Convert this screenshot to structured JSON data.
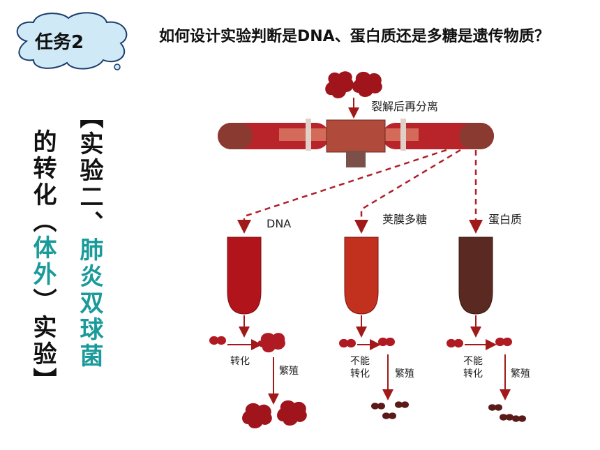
{
  "badge": {
    "label": "任务2"
  },
  "question": "如何设计实验判断是DNA、蛋白质还是多糖是遗传物质？",
  "title_vertical": {
    "col1_a": "【实验二、",
    "col1_b": "肺炎双球菌",
    "col2_a": "的转化（",
    "col2_b": "体外",
    "col2_c": "）实验】"
  },
  "diagram": {
    "top_label": "裂解后再分离",
    "tubes": [
      {
        "label": "DNA",
        "color": "#b2141c"
      },
      {
        "label": "荚膜多糖",
        "color": "#c2301e"
      },
      {
        "label": "蛋白质",
        "color": "#5a2a22"
      }
    ],
    "transform_labels": [
      "转化",
      "不能",
      "转化",
      "不能",
      "转化"
    ],
    "breed_label": "繁殖"
  }
}
